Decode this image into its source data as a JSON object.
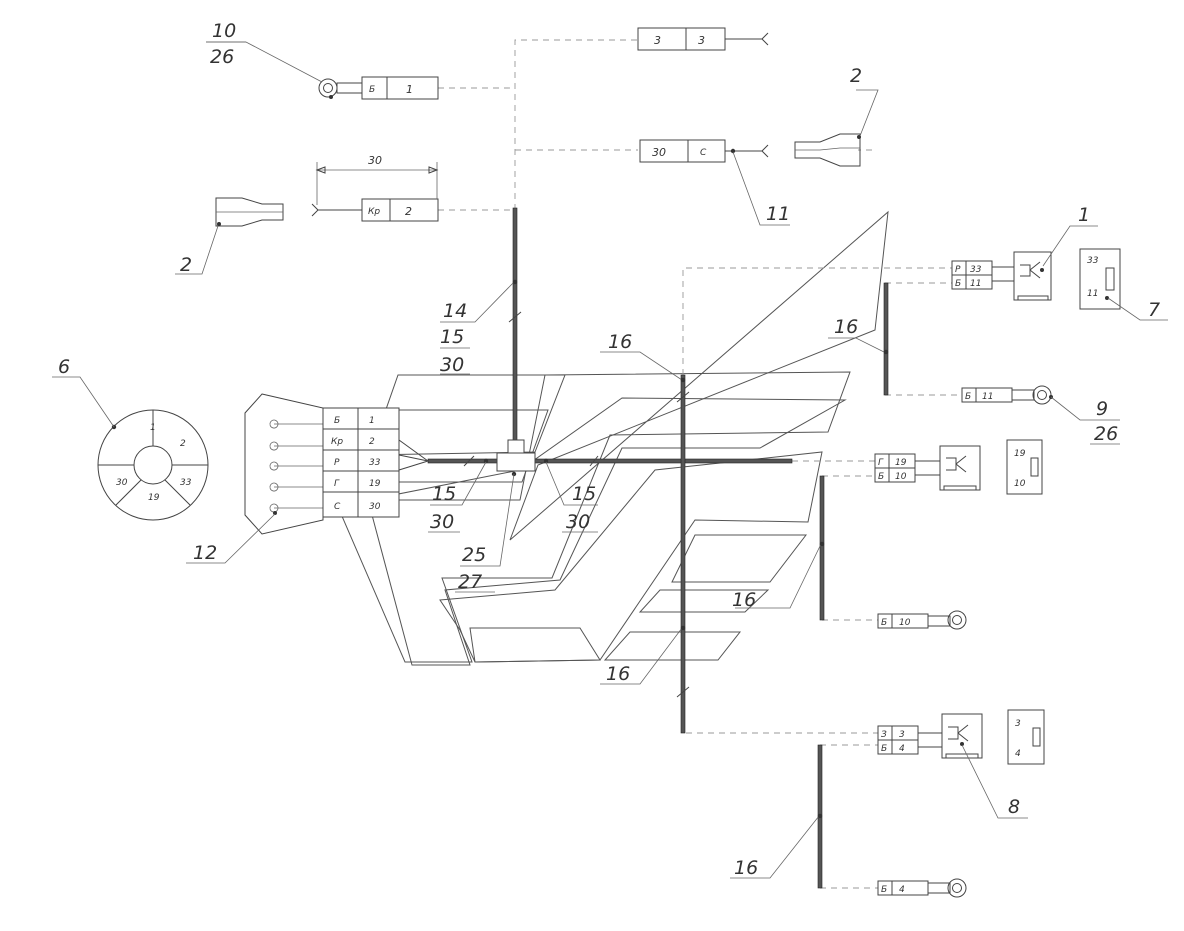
{
  "callouts": {
    "c10": "10",
    "c10b": "26",
    "c2a": "2",
    "c2b": "2",
    "c11": "11",
    "c1": "1",
    "c7": "7",
    "c14": "14",
    "c14b": "15",
    "c14c": "30",
    "c16a": "16",
    "c16b": "16",
    "c16c": "16",
    "c16d": "16",
    "c16e": "16",
    "c6": "6",
    "c12": "12",
    "c9": "9",
    "c9b": "26",
    "c15a": "15",
    "c15a2": "30",
    "c15b": "15",
    "c15b2": "30",
    "c25": "25",
    "c27": "27",
    "c8": "8"
  },
  "dimension": {
    "length": "30"
  },
  "terminals": {
    "t10": {
      "code": "Б",
      "num": "1"
    },
    "t3": {
      "code": "3",
      "num": "3"
    },
    "t30": {
      "code": "30",
      "num": "С"
    },
    "tkp": {
      "code": "Кр",
      "num": "2"
    },
    "t1a": {
      "code": "Р",
      "num": "33"
    },
    "t1b": {
      "code": "Б",
      "num": "11"
    },
    "t9": {
      "code": "Б",
      "num": "11"
    },
    "tga": {
      "code": "Г",
      "num": "19"
    },
    "tgb": {
      "code": "Б",
      "num": "10"
    },
    "tring10": {
      "code": "Б",
      "num": "10"
    },
    "t8a": {
      "code": "З",
      "num": "3"
    },
    "t8b": {
      "code": "Б",
      "num": "4"
    },
    "tring4": {
      "code": "Б",
      "num": "4"
    }
  },
  "pinviews": {
    "v7": {
      "top": "33",
      "bottom": "11"
    },
    "v19": {
      "top": "19",
      "bottom": "10"
    },
    "v3": {
      "top": "3",
      "bottom": "4"
    }
  },
  "connector12": {
    "rows": [
      {
        "code": "Б",
        "num": "1"
      },
      {
        "code": "Кр",
        "num": "2"
      },
      {
        "code": "Р",
        "num": "33"
      },
      {
        "code": "Г",
        "num": "19"
      },
      {
        "code": "С",
        "num": "30"
      }
    ]
  },
  "connector6": {
    "sectors": [
      "1",
      "2",
      "33",
      "19",
      "30"
    ]
  }
}
